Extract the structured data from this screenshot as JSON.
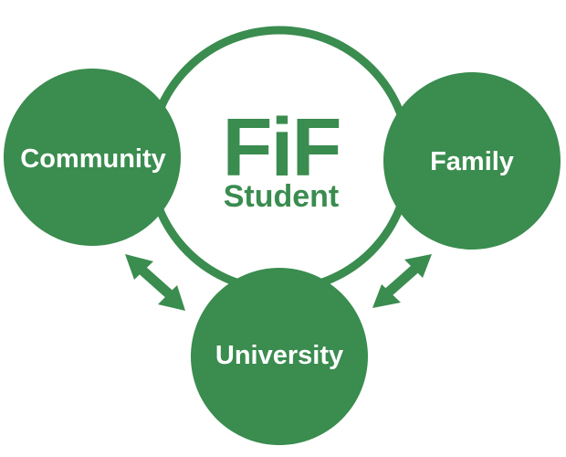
{
  "center": {
    "logo": "FiF",
    "subtitle": "Student"
  },
  "nodes": {
    "community": "Community",
    "family": "Family",
    "university": "University"
  },
  "colors": {
    "primary_green": "#3a8c4f",
    "background": "#ffffff",
    "node_text": "#ffffff"
  },
  "icons": {
    "left_arrow": "double-headed-arrow-icon",
    "right_arrow": "double-headed-arrow-icon"
  }
}
